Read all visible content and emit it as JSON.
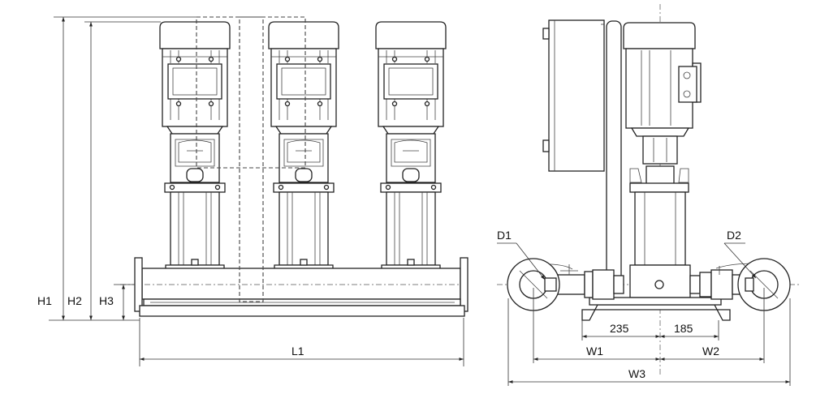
{
  "labels": {
    "h1": "H1",
    "h2": "H2",
    "h3": "H3",
    "l1": "L1",
    "d1": "D1",
    "d2": "D2",
    "w1": "W1",
    "w2": "W2",
    "w3": "W3",
    "dim_235": "235",
    "dim_185": "185"
  }
}
